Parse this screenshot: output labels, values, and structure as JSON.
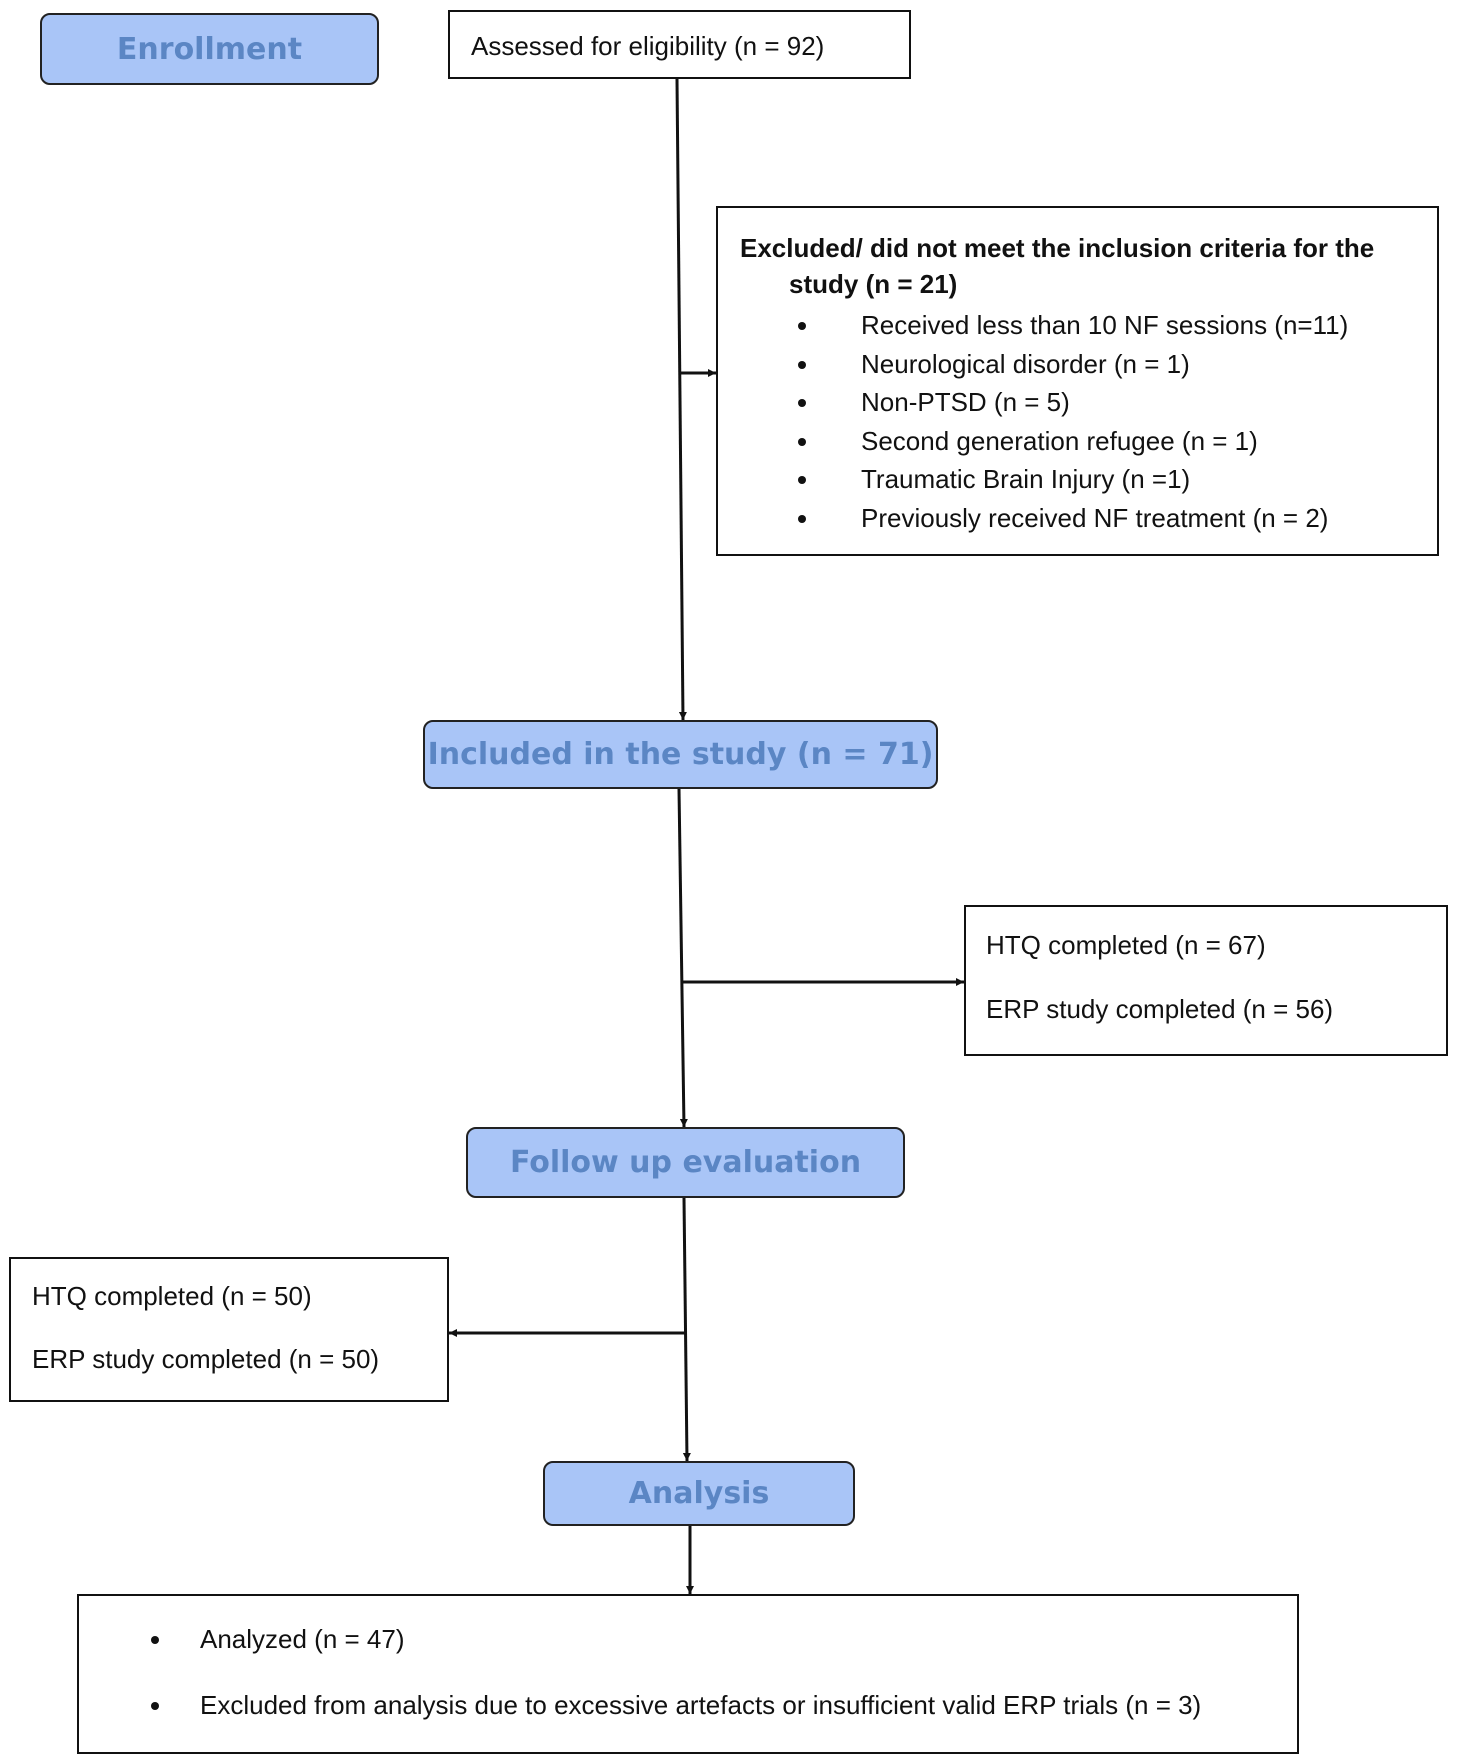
{
  "stages": {
    "enrollment": "Enrollment",
    "included": "Included in the study (n = 71)",
    "follow_up": "Follow up evaluation",
    "analysis": "Analysis"
  },
  "assessed": {
    "text": "Assessed for eligibility (n = 92)"
  },
  "excluded": {
    "title_line1": "Excluded/ did not meet the inclusion criteria for the",
    "title_line2": "study (n = 21)",
    "items": [
      "Received less than 10 NF sessions (n=11)",
      "Neurological disorder (n = 1)",
      "Non-PTSD (n = 5)",
      "Second generation refugee (n = 1)",
      "Traumatic Brain Injury (n =1)",
      "Previously received NF treatment (n = 2)"
    ]
  },
  "baseline_completed": {
    "htq": "HTQ completed (n = 67)",
    "erp": "ERP study completed (n = 56)"
  },
  "followup_completed": {
    "htq": "HTQ completed (n = 50)",
    "erp": "ERP study completed (n = 50)"
  },
  "analysis_results": {
    "items": [
      "Analyzed (n = 47)",
      "Excluded from analysis due to excessive artefacts or insufficient valid ERP trials (n = 3)"
    ]
  }
}
